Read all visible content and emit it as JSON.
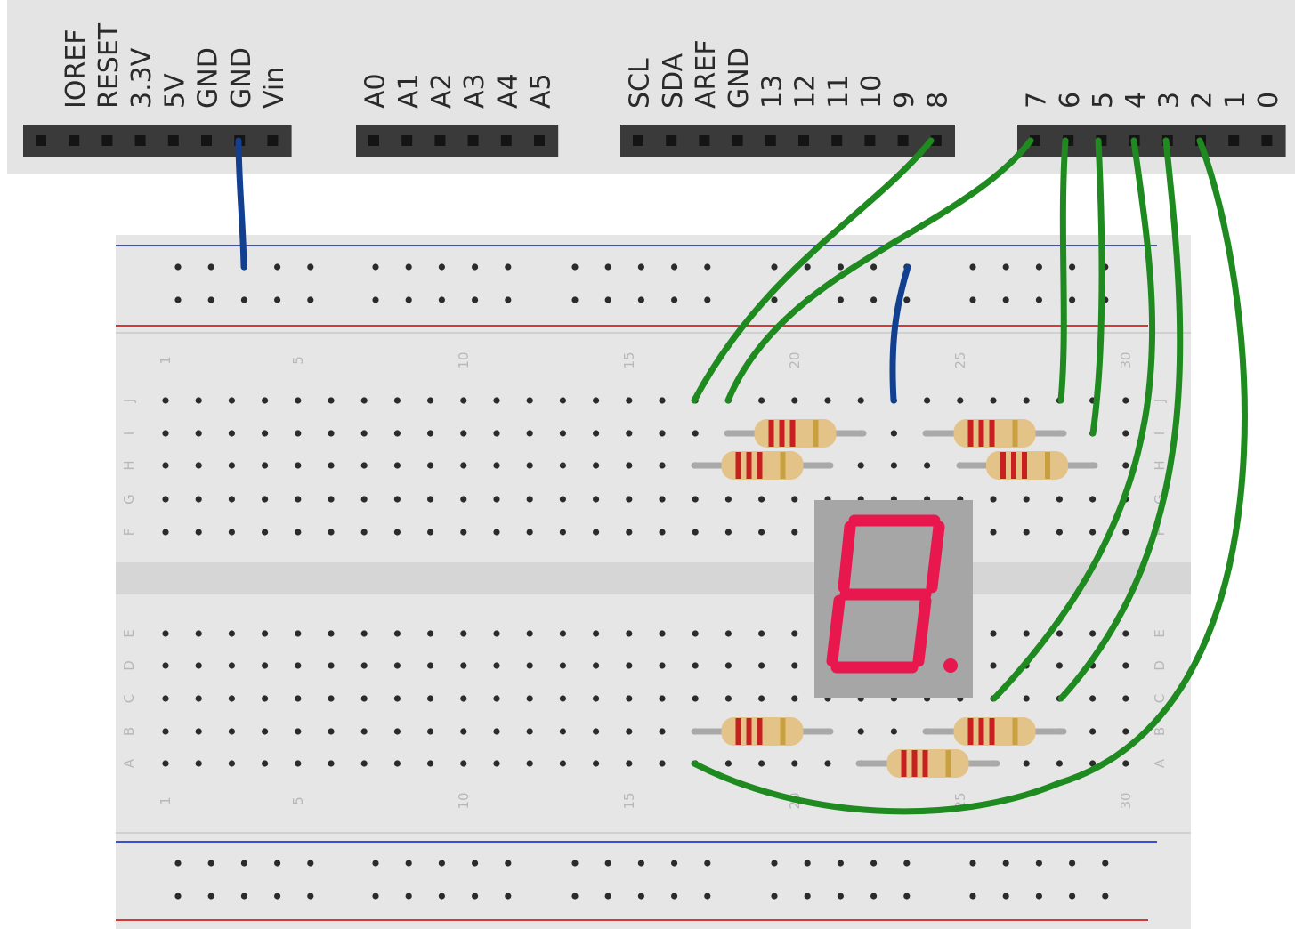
{
  "arduino": {
    "power_header_labels": [
      "IOREF",
      "RESET",
      "3.3V",
      "5V",
      "GND",
      "GND",
      "Vin"
    ],
    "analog_header_labels": [
      "A0",
      "A1",
      "A2",
      "A3",
      "A4",
      "A5"
    ],
    "digital_high_header_labels": [
      "SCL",
      "SDA",
      "AREF",
      "GND",
      "13",
      "12",
      "11",
      "10",
      "9",
      "8"
    ],
    "digital_low_header_labels": [
      "7",
      "6",
      "5",
      "4",
      "3",
      "2",
      "1",
      "0"
    ]
  },
  "breadboard": {
    "column_numbers": [
      "1",
      "5",
      "10",
      "15",
      "20",
      "25",
      "30"
    ],
    "top_row_letters": [
      "J",
      "I",
      "H",
      "G",
      "F"
    ],
    "bottom_row_letters": [
      "E",
      "D",
      "C",
      "B",
      "A"
    ]
  },
  "display": {
    "digit": "8",
    "segment_color": "#e8174e"
  },
  "colors": {
    "arduino_board": "#e4e4e4",
    "header": "#3a3a3a",
    "breadboard": "#e6e6e6",
    "signal_wire": "#1f8a1f",
    "ground_wire": "#123f8f",
    "rail_positive": "#d23a3a",
    "rail_negative": "#3a4fd2"
  }
}
